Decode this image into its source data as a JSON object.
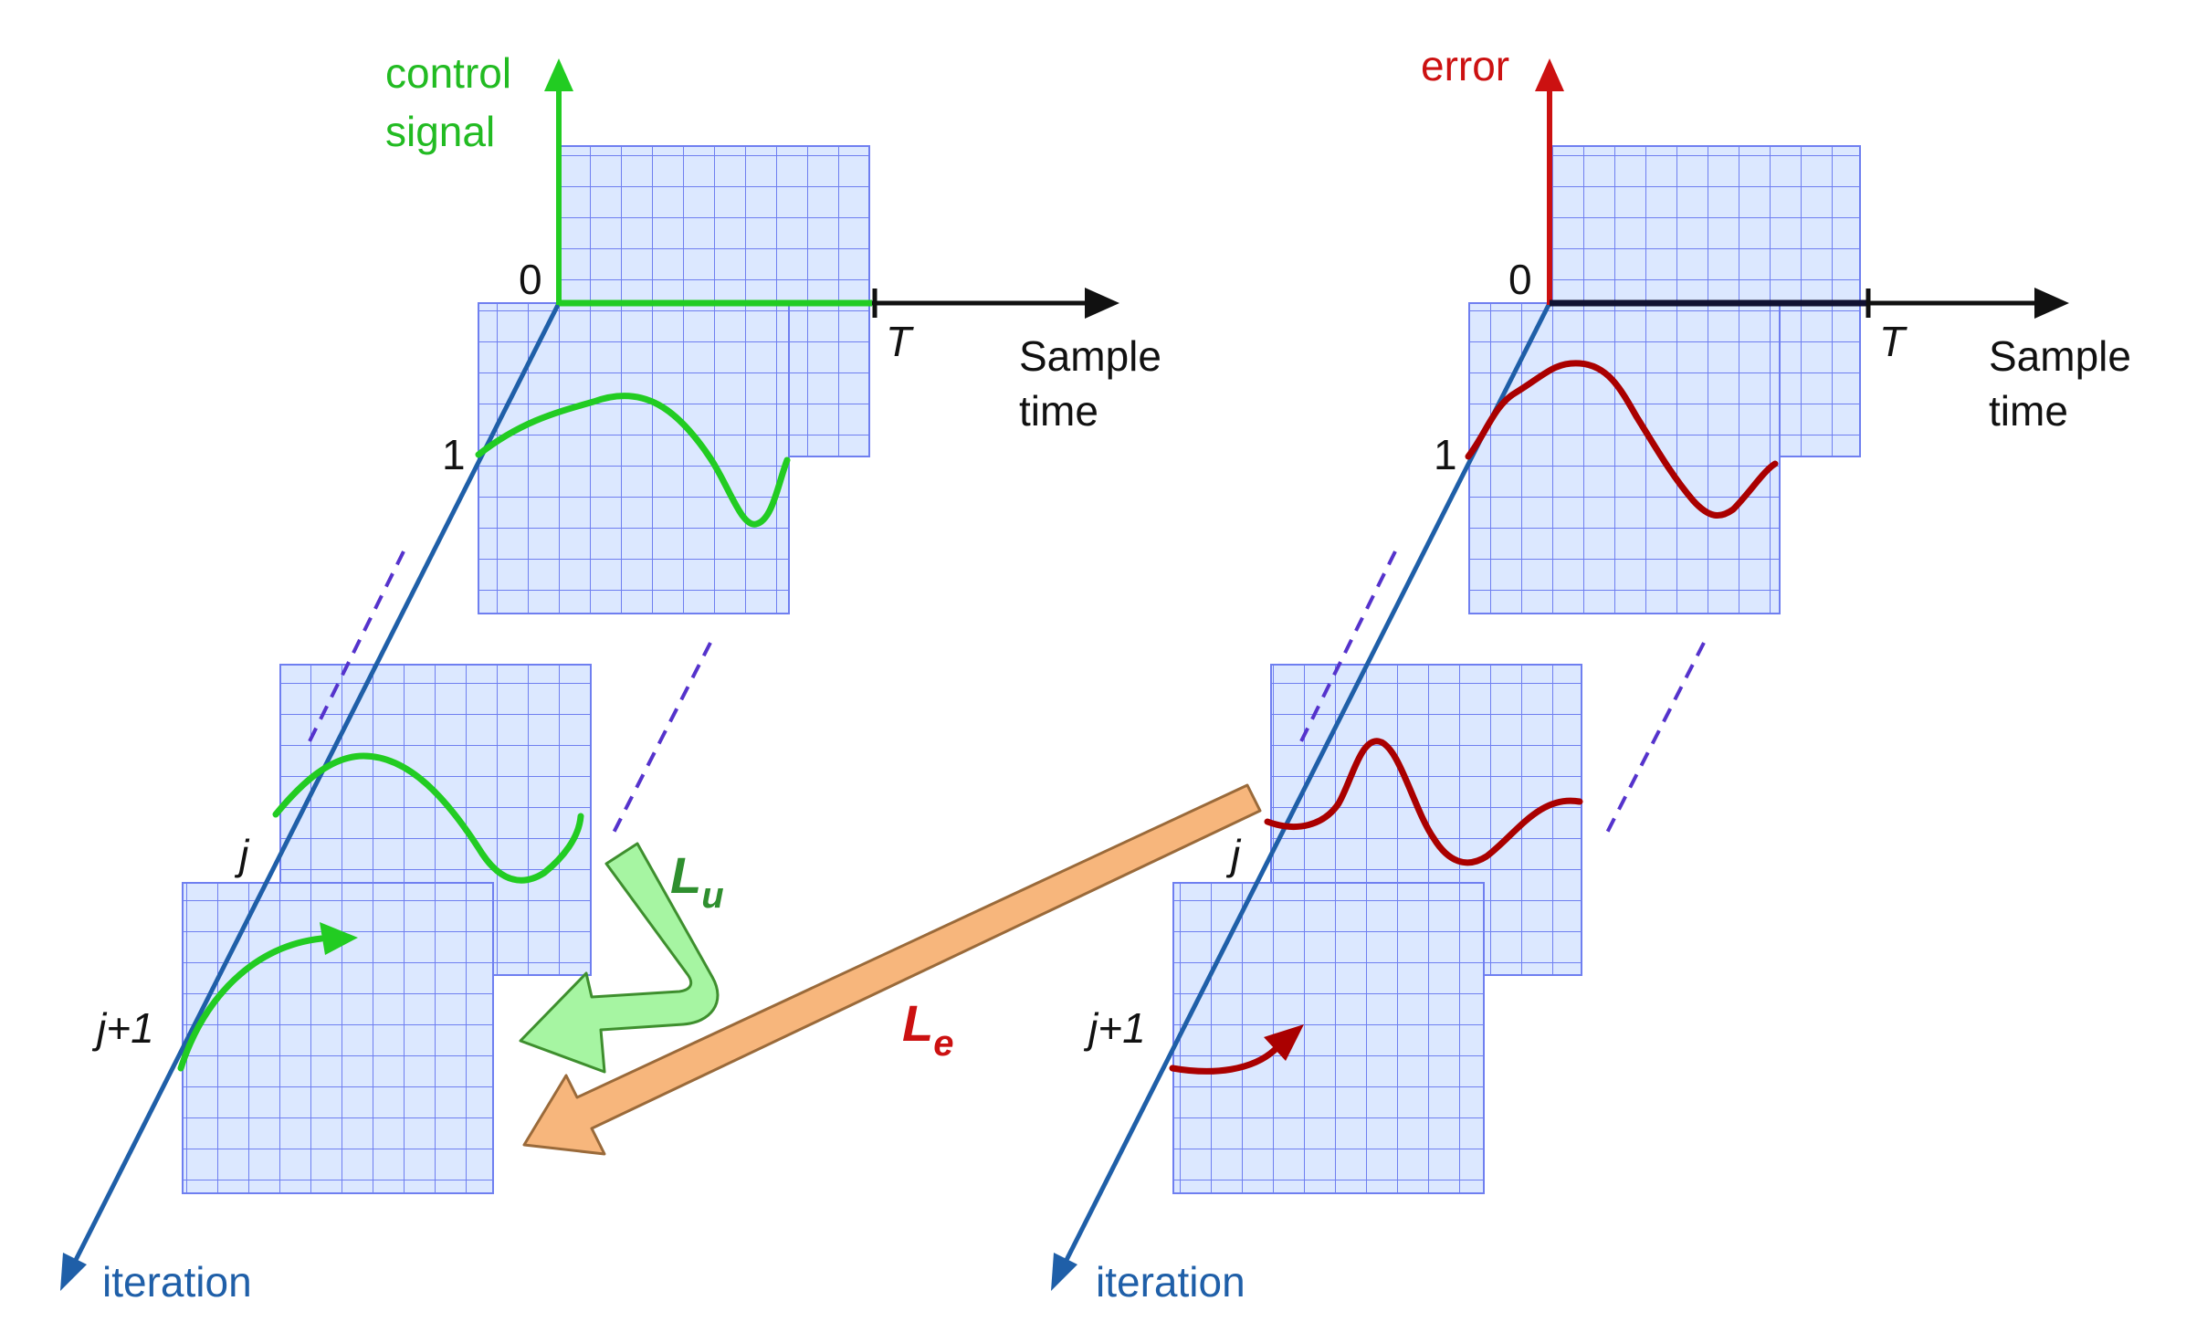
{
  "left": {
    "y_axis_label": [
      "control",
      "signal"
    ],
    "origin": "0",
    "period": "T",
    "x_axis_label": [
      "Sample",
      "time"
    ],
    "iteration_label": "iteration",
    "row_labels": {
      "first": "1",
      "j": "j",
      "next": "j+1"
    }
  },
  "right": {
    "y_axis_label": "error",
    "origin": "0",
    "period": "T",
    "x_axis_label": [
      "Sample",
      "time"
    ],
    "iteration_label": "iteration",
    "row_labels": {
      "first": "1",
      "j": "j",
      "next": "j+1"
    }
  },
  "operators": {
    "lu": {
      "symbol": "L",
      "subscript": "u"
    },
    "le": {
      "symbol": "L",
      "subscript": "e"
    }
  },
  "colors": {
    "control": "#22cc22",
    "control_label": "#22bb22",
    "error": "#cc1111",
    "curve_error": "#aa0000",
    "axis_iteration": "#1f5fa8",
    "grid_fill": "#dce8ff",
    "grid_line": "#6f7ff0",
    "dashed": "#5533cc",
    "lu_arrow_fill": "#a6f5a2",
    "lu_arrow_stroke": "#3e8f2e",
    "le_arrow_fill": "#f7b67c",
    "le_arrow_stroke": "#9a6a3a",
    "lu_text": "#2f8f2f",
    "le_text": "#cc1111"
  }
}
